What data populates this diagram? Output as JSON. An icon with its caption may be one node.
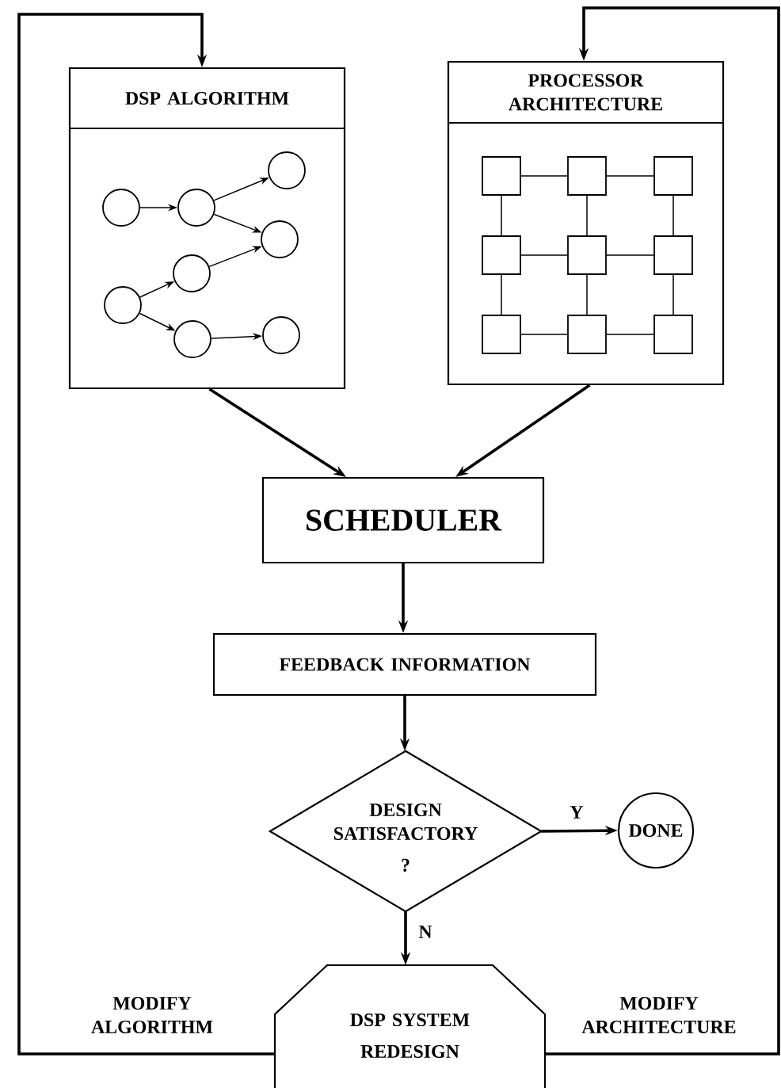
{
  "diagram": {
    "nodes": [
      {
        "text": [
          "DSP ALGORITHM"
        ]
      },
      {
        "text": [],
        "shape": "circle",
        "in": 0
      },
      {
        "text": [],
        "shape": "circle",
        "in": 0
      },
      {
        "text": [],
        "shape": "circle",
        "in": 0
      },
      {
        "text": [],
        "shape": "circle",
        "in": 0
      },
      {
        "text": [],
        "shape": "circle",
        "in": 0
      },
      {
        "text": [],
        "shape": "circle",
        "in": 0
      },
      {
        "text": [],
        "shape": "circle",
        "in": 0
      },
      {
        "text": [],
        "shape": "circle",
        "in": 0
      },
      {
        "text": [
          "PROCESSOR ARCHITECTURE"
        ]
      },
      {
        "text": [],
        "shape": "box",
        "in": 9
      },
      {
        "text": [],
        "shape": "box",
        "in": 9
      },
      {
        "text": [],
        "shape": "box",
        "in": 9
      },
      {
        "text": [],
        "shape": "box",
        "in": 9
      },
      {
        "text": [],
        "shape": "box",
        "in": 9
      },
      {
        "text": [],
        "shape": "box",
        "in": 9
      },
      {
        "text": [],
        "shape": "box",
        "in": 9
      },
      {
        "text": [],
        "shape": "box",
        "in": 9
      },
      {
        "text": [],
        "shape": "box",
        "in": 9
      },
      {
        "text": [
          "SCHEDULER"
        ]
      },
      {
        "text": [
          "FEEDBACK INFORMATION"
        ]
      },
      {
        "text": [
          "DESIGN SATISFACTORY",
          "?"
        ]
      },
      {
        "text": [
          "DONE"
        ]
      },
      {
        "text": [
          "DSP SYSTEM REDESIGN"
        ]
      }
    ],
    "edges": [
      {
        "from": 0,
        "to": 19,
        "arrow": "to",
        "style": "thick"
      },
      {
        "from": 9,
        "to": 19,
        "arrow": "to",
        "style": "thick"
      },
      {
        "from": 19,
        "to": 20,
        "arrow": "to",
        "style": "thick"
      },
      {
        "from": 20,
        "to": 21,
        "arrow": "to",
        "style": "thick"
      },
      {
        "from": 21,
        "to": 22,
        "arrow": "to",
        "label": "Y",
        "style": "thick"
      },
      {
        "from": 21,
        "to": 23,
        "arrow": "to",
        "label": "N",
        "style": "thick"
      },
      {
        "from": 23,
        "to": 0,
        "arrow": "to",
        "label": "MODIFY ALGORITHM",
        "style": "thick"
      },
      {
        "from": 23,
        "to": 9,
        "arrow": "to",
        "label": "MODIFY ARCHITECTURE",
        "style": "thick"
      },
      {
        "from": 1,
        "to": 3,
        "arrow": "to"
      },
      {
        "from": 3,
        "to": 6,
        "arrow": "to"
      },
      {
        "from": 3,
        "to": 7,
        "arrow": "to"
      },
      {
        "from": 4,
        "to": 7,
        "arrow": "to"
      },
      {
        "from": 2,
        "to": 4,
        "arrow": "to"
      },
      {
        "from": 2,
        "to": 5,
        "arrow": "to"
      },
      {
        "from": 5,
        "to": 8,
        "arrow": "to"
      },
      {
        "from": 10,
        "to": 11,
        "arrow": "none"
      },
      {
        "from": 11,
        "to": 12,
        "arrow": "none"
      },
      {
        "from": 13,
        "to": 14,
        "arrow": "none"
      },
      {
        "from": 14,
        "to": 15,
        "arrow": "none"
      },
      {
        "from": 16,
        "to": 17,
        "arrow": "none"
      },
      {
        "from": 17,
        "to": 18,
        "arrow": "none"
      },
      {
        "from": 10,
        "to": 13,
        "arrow": "none"
      },
      {
        "from": 13,
        "to": 16,
        "arrow": "none"
      },
      {
        "from": 11,
        "to": 14,
        "arrow": "none"
      },
      {
        "from": 14,
        "to": 17,
        "arrow": "none"
      },
      {
        "from": 12,
        "to": 15,
        "arrow": "none"
      },
      {
        "from": 15,
        "to": 18,
        "arrow": "none"
      }
    ]
  }
}
